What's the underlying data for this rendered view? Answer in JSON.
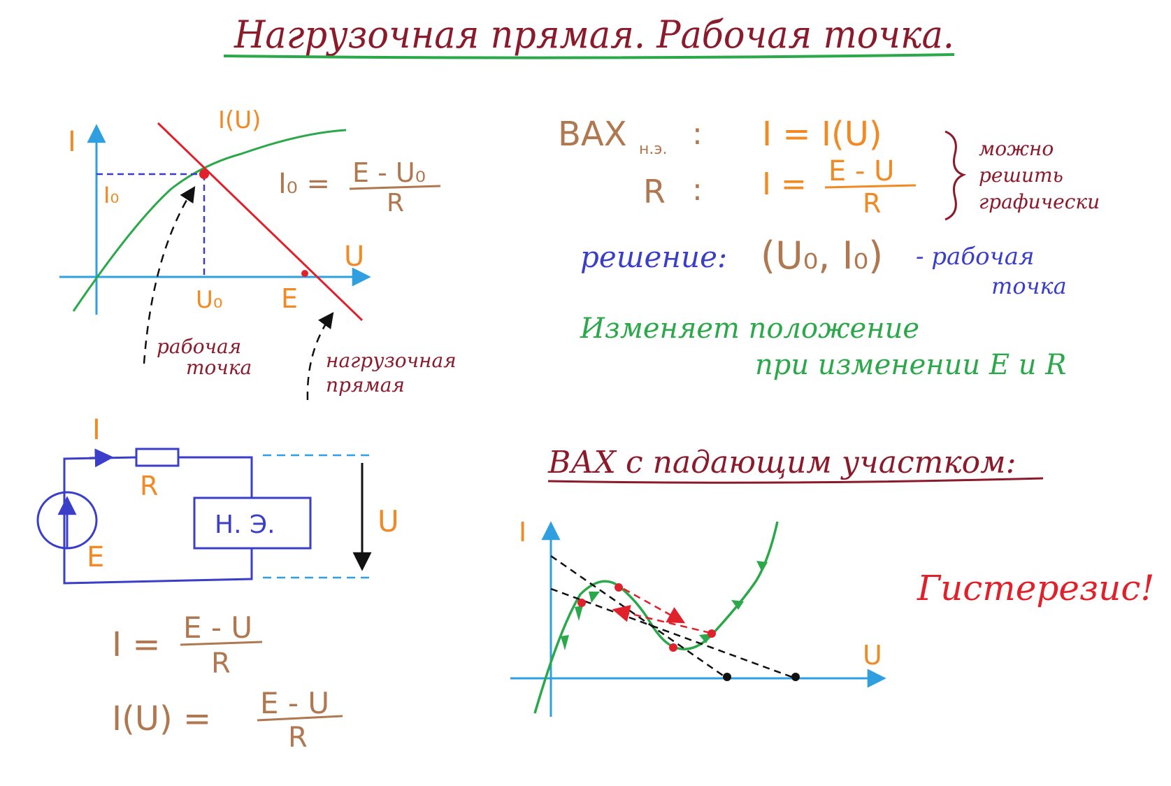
{
  "colors": {
    "maroon": "#8b1a2b",
    "orange": "#f08a24",
    "brown": "#b07850",
    "green": "#2aa84a",
    "red": "#e0202a",
    "blue": "#3a3ec8",
    "axis": "#2f9fe0",
    "black": "#111111"
  },
  "title": "Нагрузочная прямая. Рабочая точка.",
  "graph1": {
    "axis_i": "I",
    "axis_u": "U",
    "curve_label": "I(U)",
    "i0_label": "I₀",
    "u0_label": "U₀",
    "e_label": "E",
    "formula_lhs": "I₀ =",
    "formula_num": "E - U₀",
    "formula_den": "R",
    "work_point_label_1": "рабочая",
    "work_point_label_2": "точка",
    "load_line_label_1": "нагрузочная",
    "load_line_label_2": "прямая"
  },
  "equations": {
    "vax_label": "ВАХ",
    "vax_sub": "н.э.",
    "colon": ":",
    "vax_eq": "I = I(U)",
    "r_label": "R",
    "r_eq_lhs": "I =",
    "r_eq_num": "E - U",
    "r_eq_den": "R",
    "note_1": "можно",
    "note_2": "решить",
    "note_3": "графически",
    "solution_prefix": "решение:",
    "solution_value": "(U₀, I₀)",
    "solution_suffix_1": "- рабочая",
    "solution_suffix_2": "точка",
    "change_1": "Изменяет положение",
    "change_2": "при изменении E и R"
  },
  "circuit": {
    "current_label": "I",
    "resistor_label": "R",
    "source_label": "E",
    "element_label": "Н. Э.",
    "voltage_label": "U"
  },
  "formulas": {
    "f1_lhs": "I =",
    "f1_num": "E - U",
    "f1_den": "R",
    "f2_lhs": "I(U) =",
    "f2_num": "E - U",
    "f2_den": "R"
  },
  "graph2": {
    "heading": "ВАХ с падающим участком:",
    "axis_i": "I",
    "axis_u": "U",
    "hysteresis": "Гистерезис!"
  }
}
